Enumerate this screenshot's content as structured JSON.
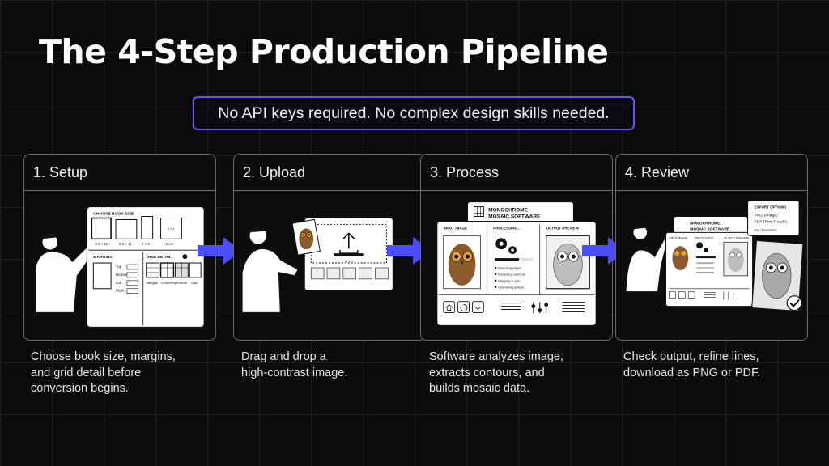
{
  "title": "The 4-Step Production Pipeline",
  "callout": "No API keys required. No complex design skills needed.",
  "colors": {
    "accent": "#5b5bf2",
    "arrow": "#4c4cff",
    "background": "#0b0b0b"
  },
  "steps": [
    {
      "label": "1. Setup",
      "desc_lines": [
        "Choose book size, margins,",
        "and grid detail before",
        "conversion begins."
      ],
      "panel": {
        "size_heading": "CHOOSE BOOK SIZE",
        "sizes": [
          "8.5 × 11",
          "8.5 × 11",
          "6 × 9",
          "More"
        ],
        "margins_heading": "MARGINS",
        "margin_fields": [
          "Top",
          "Bottom",
          "Left",
          "Right"
        ],
        "grid_heading": "GRID DETAIL",
        "grid_options": [
          "Margins",
          "Coherency",
          "Rosette",
          "Gap"
        ]
      }
    },
    {
      "label": "2. Upload",
      "desc_lines": [
        "Drag and drop a",
        "high-contrast image."
      ]
    },
    {
      "label": "3. Process",
      "desc_lines": [
        "Software analyzes image,",
        "extracts contours, and",
        "builds mosaic data."
      ],
      "panel": {
        "app_title_1": "MONOCHROME",
        "app_title_2": "MOSAIC SOFTWARE",
        "col_input": "INPUT IMAGE",
        "col_processing": "PROCESSING...",
        "col_output": "OUTPUT PREVIEW",
        "steps": [
          "Detecting edges",
          "Extracting contours",
          "Mapping to grid",
          "Optimizing pattern"
        ]
      }
    },
    {
      "label": "4. Review",
      "desc_lines": [
        "Check output, refine lines,",
        "download as PNG or PDF."
      ],
      "panel": {
        "export_heading": "EXPORT OPTIONS",
        "export_png": "PNG (Image)",
        "export_pdf": "PDF (Print Ready)",
        "export_res": "High Resolution",
        "app_title_1": "MONOCHROME",
        "app_title_2": "MOSAIC SOFTWARE",
        "col_input": "INPUT IMAGE",
        "col_processing": "PROCESSING...",
        "col_output": "OUTPUT PREVIEW"
      }
    }
  ]
}
